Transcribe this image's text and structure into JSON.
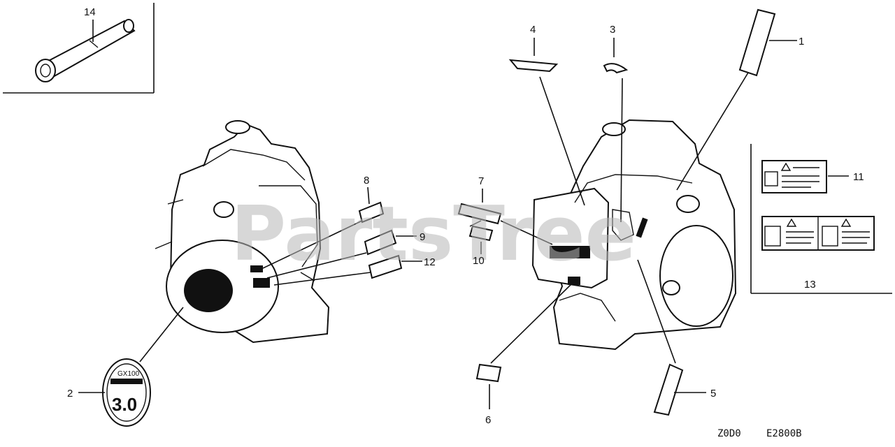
{
  "watermark": "PartsTree",
  "callouts": [
    "1",
    "2",
    "3",
    "4",
    "5",
    "6",
    "7",
    "8",
    "9",
    "10",
    "11",
    "12",
    "13",
    "14"
  ],
  "footer": {
    "code_left": "Z0D0",
    "code_right": "E2800B"
  },
  "decal_2_text": {
    "model": "GX100",
    "number": "3.0"
  }
}
